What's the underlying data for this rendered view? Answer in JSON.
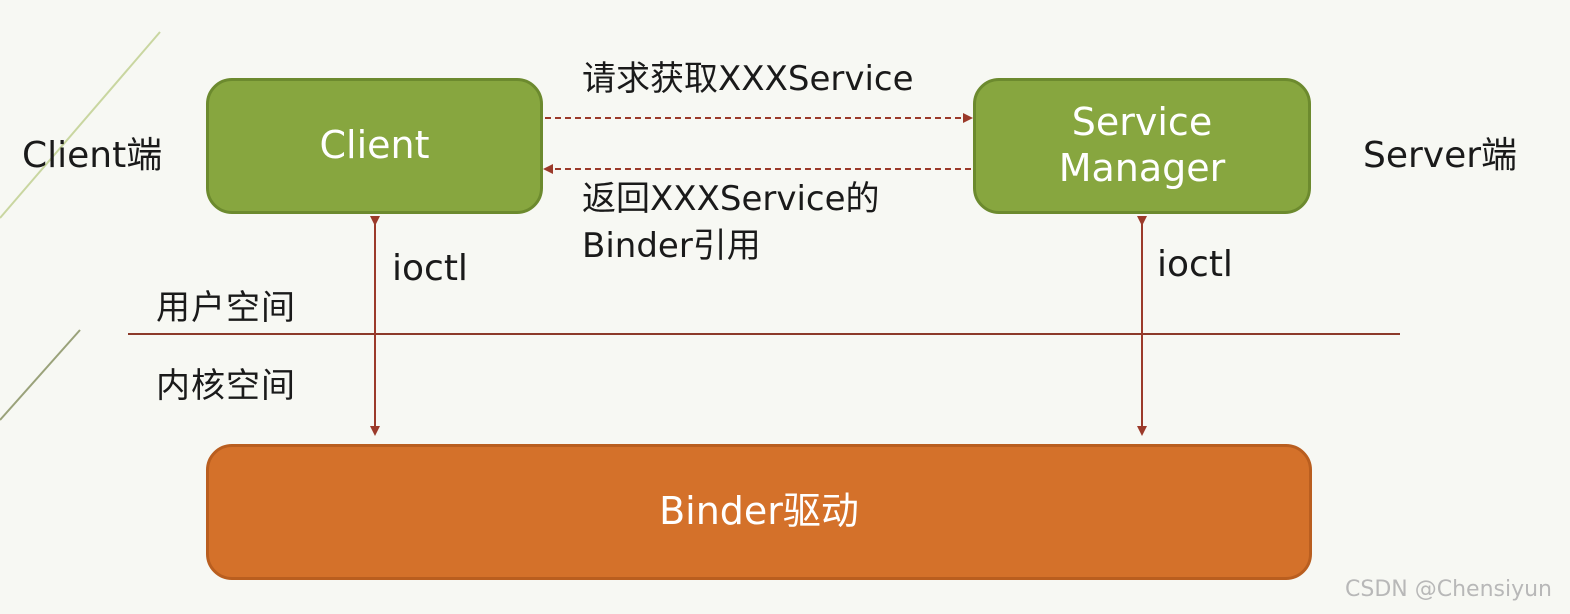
{
  "nodes": {
    "client": {
      "label": "Client"
    },
    "service_manager": {
      "label": "Service\nManager"
    },
    "binder_driver": {
      "label": "Binder驱动"
    }
  },
  "sides": {
    "client_side": "Client端",
    "server_side": "Server端"
  },
  "edges": {
    "request": "请求获取XXXService",
    "response_line1": "返回XXXService的",
    "response_line2": "Binder引用",
    "ioctl_client": "ioctl",
    "ioctl_server": "ioctl"
  },
  "spaces": {
    "user_space": "用户空间",
    "kernel_space": "内核空间"
  },
  "watermark": "CSDN @Chensiyun",
  "colors": {
    "client_box": "#87a63f",
    "service_manager_box": "#87a63f",
    "binder_box": "#d4712a",
    "arrow": "#9b3a2a"
  }
}
